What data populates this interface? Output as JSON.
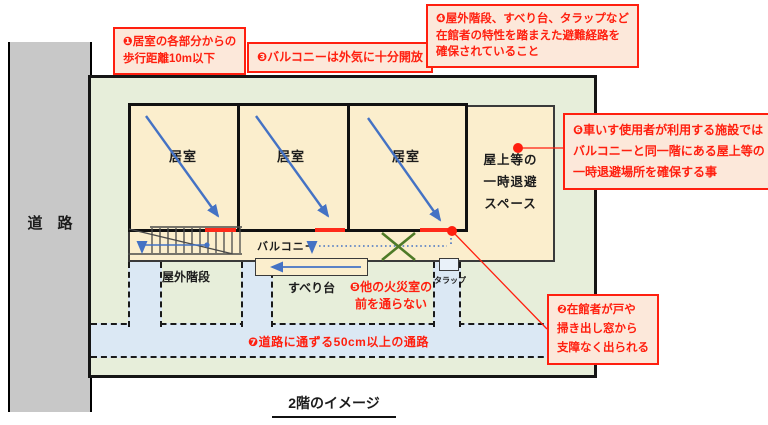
{
  "title": "2階のイメージ",
  "road_label": "道　路",
  "building": {
    "room_labels": [
      "居室",
      "居室",
      "居室"
    ],
    "balcony_label": "バルコニー",
    "refuge_lines": [
      "屋上等の",
      "一時退避",
      "スペース"
    ],
    "stairs_label": "屋外階段",
    "slide_label": "すべり台",
    "ladder_label": "タラップ"
  },
  "notes": {
    "n1": [
      "❶居室の各部分からの",
      "歩行距離10m以下"
    ],
    "n2": [
      "❷在館者が戸や",
      "掃き出し窓から",
      "支障なく出られる"
    ],
    "n3": [
      "❸バルコニーは外気に十分開放"
    ],
    "n4": [
      "❹屋外階段、すべり台、タラップなど",
      "在館者の特性を踏まえた避難経路を",
      "確保されていること"
    ],
    "n5": [
      "❺他の火災室の",
      "前を通らない"
    ],
    "n6": [
      "❻車いす使用者が利用する施設では",
      "バルコニーと同一階にある屋上等の",
      "一時退避場所を確保する事"
    ],
    "n7": "❼道路に通ずる50cm以上の通路"
  },
  "icons": {
    "escape_arrow": "diagonal-blue-arrow",
    "blocked_path": "green-x-mark",
    "exit_point": "red-dot",
    "stairs": "hatched-stair-treads"
  },
  "colors": {
    "annotation_red": "#ff1f0f",
    "note_fill": "#fce8da",
    "arrow_blue": "#4472c4",
    "building_green": "#e7eeda",
    "room_cream": "#fbeecd",
    "path_blue": "#dbe8f4",
    "road_gray": "#c8c8c8",
    "x_green": "#4e7a27"
  }
}
